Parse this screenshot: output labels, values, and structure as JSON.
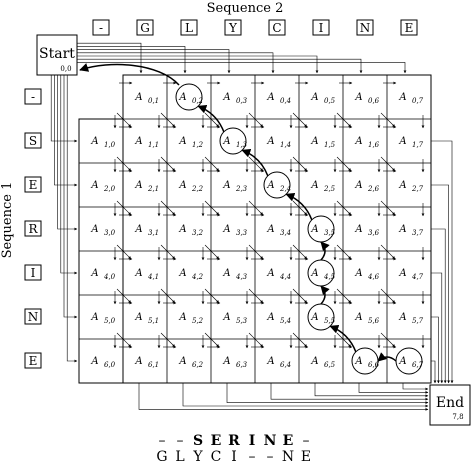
{
  "seq2": {
    "title": "Sequence 2",
    "letters": [
      "-",
      "G",
      "L",
      "Y",
      "C",
      "I",
      "N",
      "E"
    ]
  },
  "seq1": {
    "title": "Sequence 1",
    "letters": [
      "-",
      "S",
      "E",
      "R",
      "I",
      "N",
      "E"
    ]
  },
  "start": {
    "label": "Start",
    "index": "0,0"
  },
  "end": {
    "label": "End",
    "index": "7,8"
  },
  "cell_symbol": "A",
  "path": [
    [
      0,
      2
    ],
    [
      1,
      3
    ],
    [
      2,
      4
    ],
    [
      3,
      5
    ],
    [
      4,
      5
    ],
    [
      5,
      5
    ],
    [
      6,
      6
    ],
    [
      6,
      7
    ]
  ],
  "alignment": {
    "top": [
      "–",
      "–",
      "S",
      "E",
      "R",
      "I",
      "N",
      "E",
      "–"
    ],
    "top_bold": [
      false,
      false,
      true,
      true,
      true,
      true,
      true,
      true,
      false
    ],
    "bottom": [
      "G",
      "L",
      "Y",
      "C",
      "I",
      "–",
      "–",
      "N",
      "E"
    ]
  },
  "colors": {
    "line": "#000000",
    "background": "#ffffff"
  }
}
